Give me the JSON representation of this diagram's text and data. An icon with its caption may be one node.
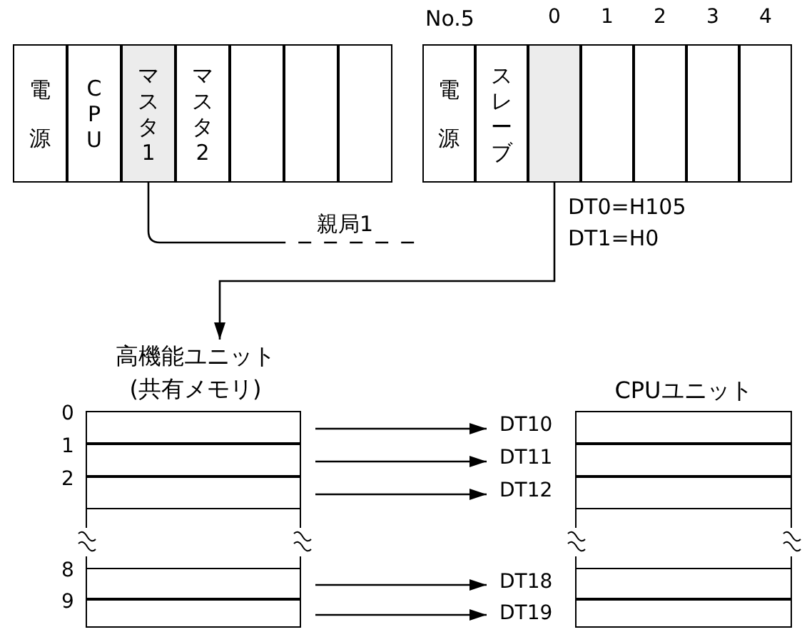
{
  "diagram": {
    "nodes": [
      {
        "text": [
          "電源"
        ]
      },
      {
        "text": [
          "CPU"
        ]
      },
      {
        "text": [
          "マスタ1"
        ]
      },
      {
        "text": [
          "マスタ2"
        ]
      },
      {
        "text": [],
        "shape": "box"
      },
      {
        "text": [],
        "shape": "box"
      },
      {
        "text": [],
        "shape": "box"
      },
      {
        "text": [
          "電源"
        ]
      },
      {
        "text": [
          "スレーブ"
        ]
      },
      {
        "text": [],
        "shape": "box",
        "beside": [
          "0"
        ]
      },
      {
        "text": [],
        "shape": "box",
        "beside": [
          "1"
        ]
      },
      {
        "text": [],
        "shape": "box",
        "beside": [
          "2"
        ]
      },
      {
        "text": [],
        "shape": "box",
        "beside": [
          "3"
        ]
      },
      {
        "text": [],
        "shape": "box",
        "beside": [
          "4"
        ]
      },
      {
        "text": [
          "高機能ユニット (共有メモリ)"
        ]
      },
      {
        "text": [],
        "shape": "box",
        "beside": [
          "0"
        ]
      },
      {
        "text": [],
        "shape": "box",
        "beside": [
          "1"
        ]
      },
      {
        "text": [],
        "shape": "box",
        "beside": [
          "2"
        ]
      },
      {
        "text": [],
        "shape": "box",
        "beside": [
          "8"
        ]
      },
      {
        "text": [],
        "shape": "box",
        "beside": [
          "9"
        ]
      },
      {
        "text": [
          "CPUユニット"
        ]
      },
      {
        "text": [],
        "shape": "box",
        "beside": [
          "DT10"
        ]
      },
      {
        "text": [],
        "shape": "box",
        "beside": [
          "DT11"
        ]
      },
      {
        "text": [],
        "shape": "box",
        "beside": [
          "DT12"
        ]
      },
      {
        "text": [],
        "shape": "box",
        "beside": [
          "DT18"
        ]
      },
      {
        "text": [],
        "shape": "box",
        "beside": [
          "DT19"
        ]
      }
    ],
    "edges": [
      {
        "from": 2,
        "to": 8,
        "arrow": "none",
        "label": "親局1",
        "style": "dashed"
      },
      {
        "from": 9,
        "to": 14,
        "arrow": "to"
      },
      {
        "from": 15,
        "to": 21,
        "arrow": "to"
      },
      {
        "from": 16,
        "to": 22,
        "arrow": "to"
      },
      {
        "from": 17,
        "to": 23,
        "arrow": "to"
      },
      {
        "from": 18,
        "to": 24,
        "arrow": "to"
      },
      {
        "from": 19,
        "to": 25,
        "arrow": "to"
      }
    ],
    "labels": [
      "No.5",
      "DT0=H105",
      "DT1=H0"
    ]
  }
}
